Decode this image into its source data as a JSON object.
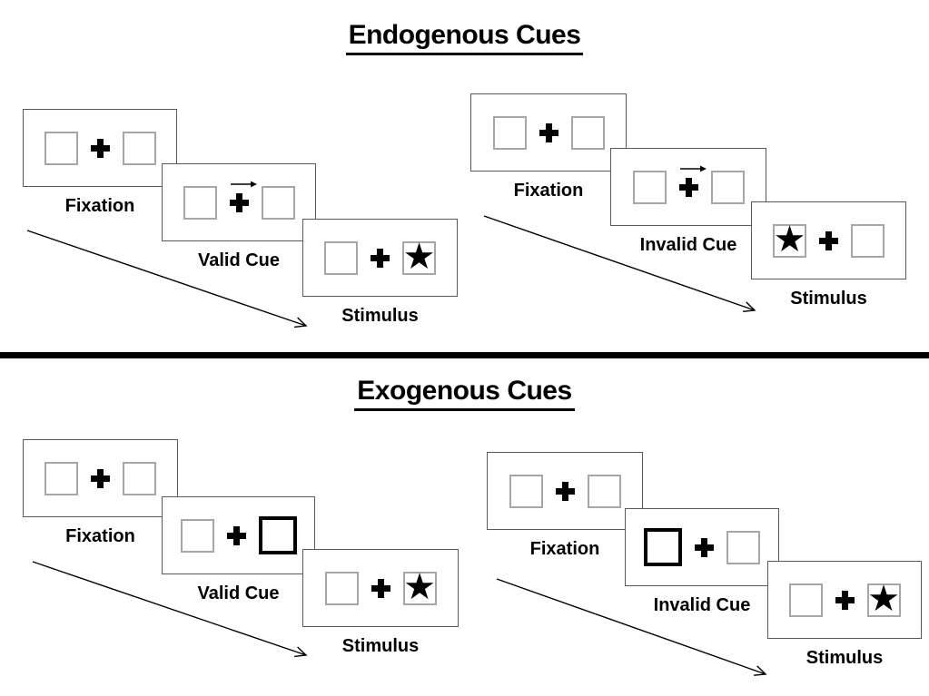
{
  "sections": [
    {
      "title": "Endogenous Cues",
      "trials": [
        {
          "type": "valid",
          "steps": [
            {
              "label": "Fixation",
              "left_box": "empty",
              "center": "cross",
              "right_box": "empty"
            },
            {
              "label": "Valid Cue",
              "left_box": "empty",
              "center": "cross-with-right-arrow",
              "right_box": "empty"
            },
            {
              "label": "Stimulus",
              "left_box": "empty",
              "center": "cross",
              "right_box": "star"
            }
          ]
        },
        {
          "type": "invalid",
          "steps": [
            {
              "label": "Fixation",
              "left_box": "empty",
              "center": "cross",
              "right_box": "empty"
            },
            {
              "label": "Invalid Cue",
              "left_box": "empty",
              "center": "cross-with-right-arrow",
              "right_box": "empty"
            },
            {
              "label": "Stimulus",
              "left_box": "star",
              "center": "cross",
              "right_box": "empty"
            }
          ]
        }
      ]
    },
    {
      "title": "Exogenous Cues",
      "trials": [
        {
          "type": "valid",
          "steps": [
            {
              "label": "Fixation",
              "left_box": "empty",
              "center": "cross",
              "right_box": "empty"
            },
            {
              "label": "Valid Cue",
              "left_box": "empty",
              "center": "cross",
              "right_box": "highlighted-box"
            },
            {
              "label": "Stimulus",
              "left_box": "empty",
              "center": "cross",
              "right_box": "star"
            }
          ]
        },
        {
          "type": "invalid",
          "steps": [
            {
              "label": "Fixation",
              "left_box": "empty",
              "center": "cross",
              "right_box": "empty"
            },
            {
              "label": "Invalid Cue",
              "left_box": "highlighted-box",
              "center": "cross",
              "right_box": "empty"
            },
            {
              "label": "Stimulus",
              "left_box": "empty",
              "center": "cross",
              "right_box": "star"
            }
          ]
        }
      ]
    }
  ],
  "glyphs": {
    "star": "★"
  },
  "colors": {
    "ink": "#000000",
    "panel_border": "#595959",
    "square_border": "#a6a6a6",
    "background": "#ffffff"
  }
}
